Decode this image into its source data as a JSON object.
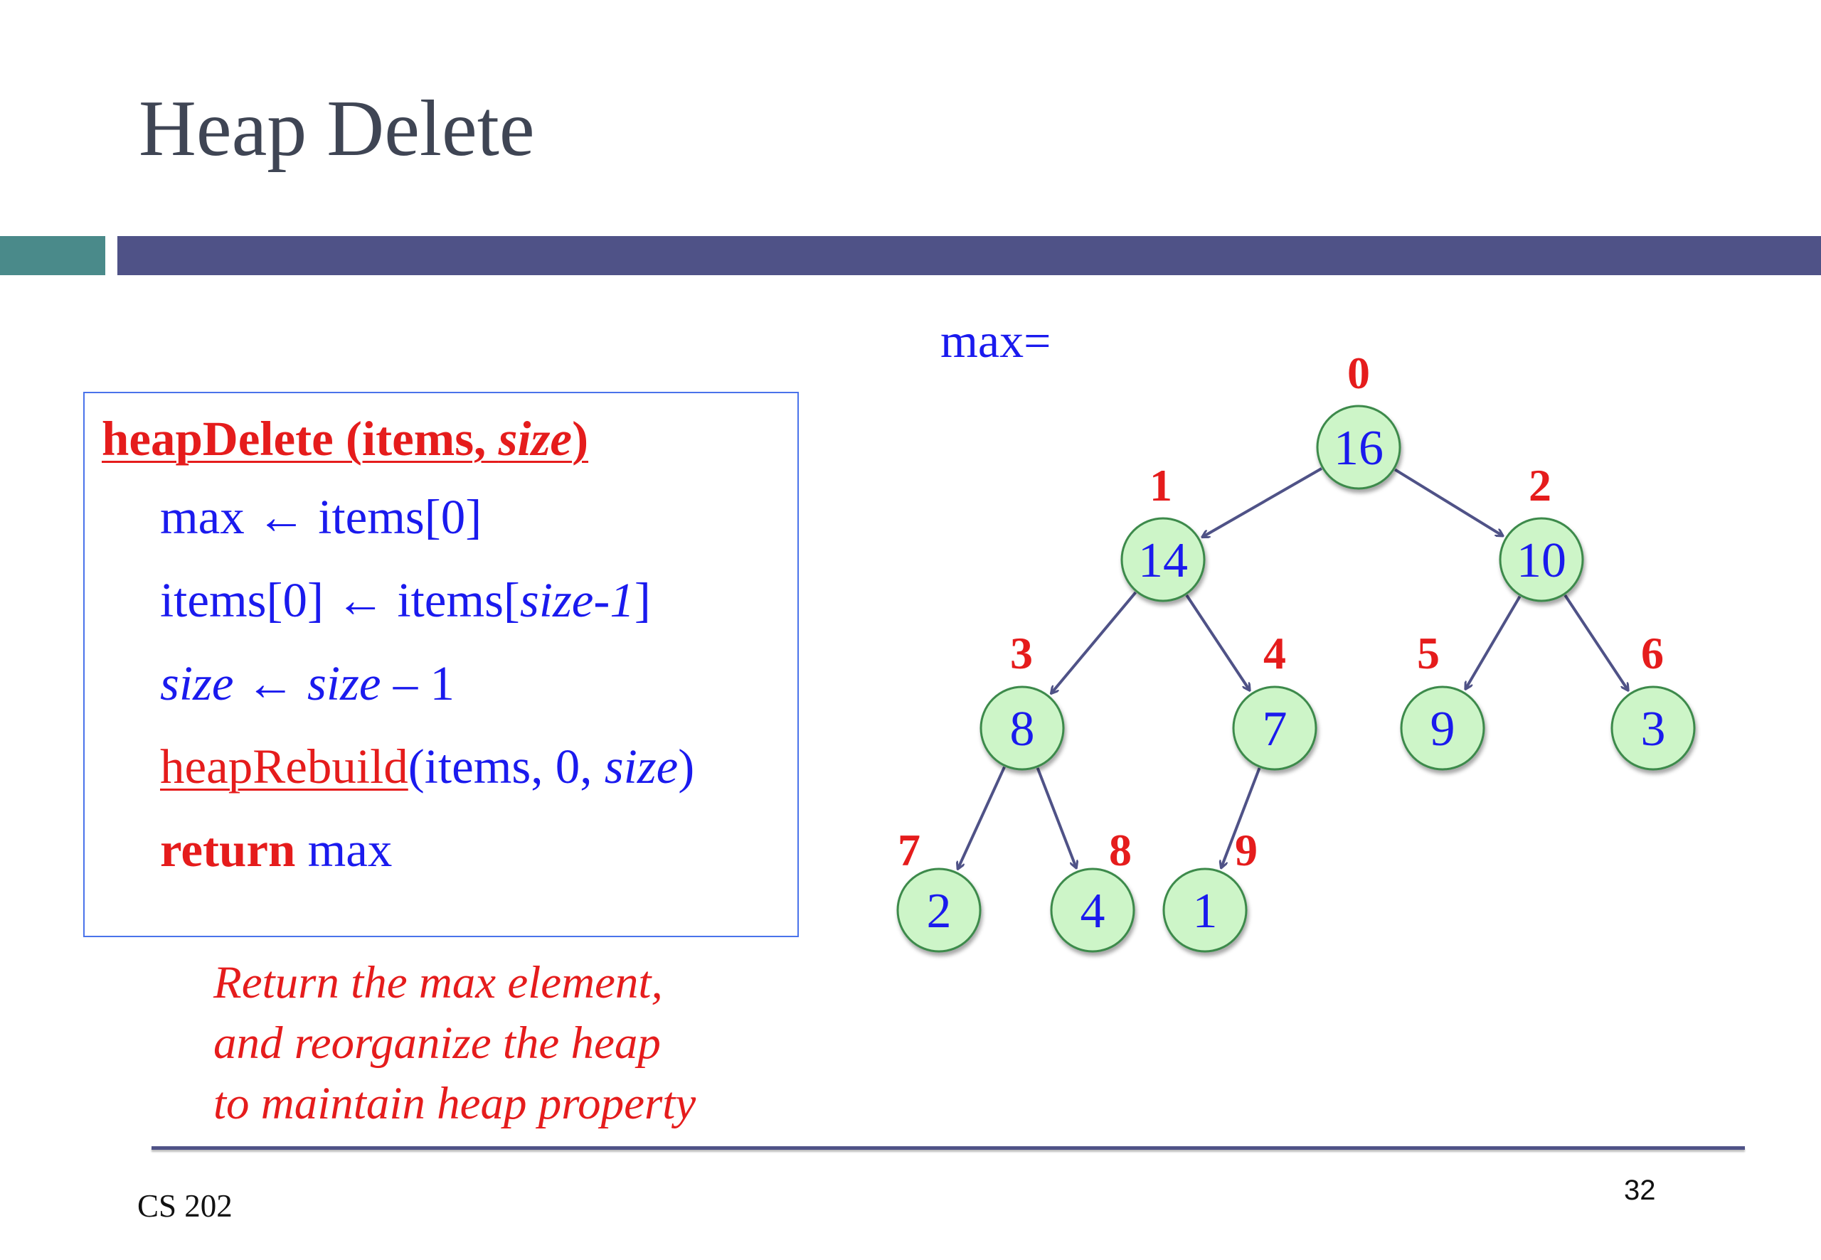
{
  "title": "Heap Delete",
  "code": {
    "signature": {
      "name": "heapDelete (items, ",
      "param": "size",
      "close": ")"
    },
    "line1": {
      "text": "max ← items[0]"
    },
    "line2": {
      "pre": "items[0] ← items[",
      "italic": "size-1",
      "post": "]"
    },
    "line3": {
      "italic1": "size",
      "mid": " ← ",
      "italic2": "size",
      "post": " – 1"
    },
    "line4": {
      "fn": "heapRebuild",
      "args": "(items, 0, ",
      "italic": "size",
      "close": ")"
    },
    "line5": {
      "keyword": "return",
      "rest": " max"
    }
  },
  "caption": [
    "Return the max element,",
    "and reorganize the heap",
    "to maintain heap property"
  ],
  "max_label": "max=",
  "heap": {
    "nodes": [
      {
        "index": "0",
        "value": "16"
      },
      {
        "index": "1",
        "value": "14"
      },
      {
        "index": "2",
        "value": "10"
      },
      {
        "index": "3",
        "value": "8"
      },
      {
        "index": "4",
        "value": "7"
      },
      {
        "index": "5",
        "value": "9"
      },
      {
        "index": "6",
        "value": "3"
      },
      {
        "index": "7",
        "value": "2"
      },
      {
        "index": "8",
        "value": "4"
      },
      {
        "index": "9",
        "value": "1"
      }
    ],
    "edges": [
      [
        0,
        1
      ],
      [
        0,
        2
      ],
      [
        1,
        3
      ],
      [
        1,
        4
      ],
      [
        2,
        5
      ],
      [
        2,
        6
      ],
      [
        3,
        7
      ],
      [
        3,
        8
      ],
      [
        4,
        9
      ]
    ]
  },
  "footer": {
    "course": "CS 202",
    "page": "32"
  },
  "colors": {
    "title": "#3f4554",
    "accent_teal": "#4a8a8a",
    "accent_purple": "#4f5287",
    "code_blue": "#1a1aee",
    "highlight_red": "#e51c1c",
    "node_fill": "#cdf5c8",
    "node_stroke": "#3c8a4c"
  }
}
